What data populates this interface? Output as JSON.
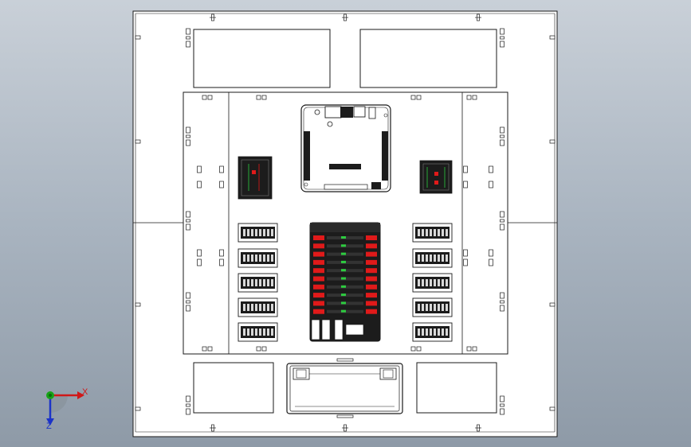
{
  "viewport": {
    "background_top": "#c9d0d8",
    "background_bottom": "#8e9aa7"
  },
  "colors": {
    "sheet": "#ffffff",
    "line": "#1a1a1a",
    "component_dark": "#1c1c1c",
    "relay_red": "#e01a1a",
    "led_green": "#2ecc40",
    "axis_x": "#d01818",
    "axis_y": "#17a317",
    "axis_z": "#1b33c8"
  },
  "triad": {
    "x_label": "X",
    "z_label": "Z",
    "icon": "coordinate-triad-icon"
  },
  "drawing": {
    "module_counts": {
      "left_terminal_blocks": 5,
      "right_terminal_blocks": 5,
      "relay_rows": 10,
      "top_panels": 2,
      "bottom_panels": 3
    }
  }
}
